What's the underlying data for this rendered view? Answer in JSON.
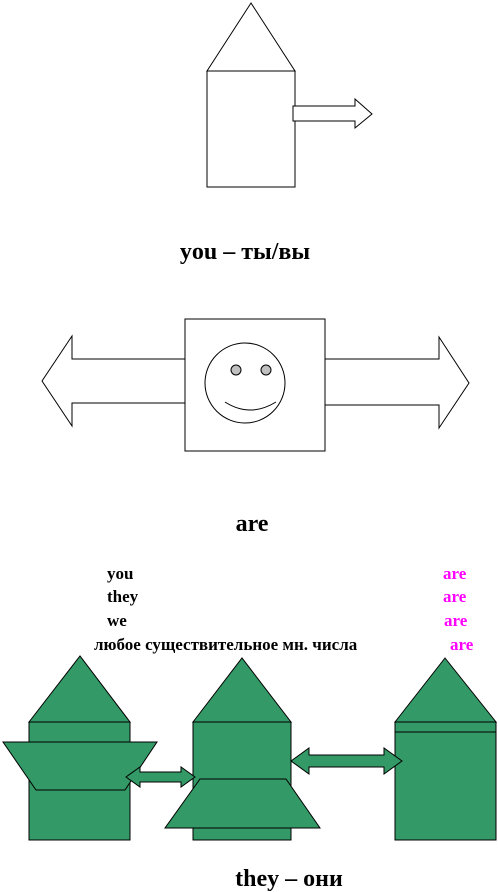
{
  "captions": {
    "you": "you – ты/вы",
    "are": "are",
    "they": "they – они"
  },
  "subjects": [
    {
      "subject": "you",
      "verb": "are"
    },
    {
      "subject": "they",
      "verb": "are"
    },
    {
      "subject": "we",
      "verb": "are"
    },
    {
      "subject": "любое существительное мн. числа",
      "verb": "are"
    }
  ],
  "colors": {
    "stroke": "#000000",
    "fill_white": "#ffffff",
    "house_green": "#339966",
    "eye_gray": "#c0c0c0",
    "verb_pink": "#ff00ff"
  }
}
